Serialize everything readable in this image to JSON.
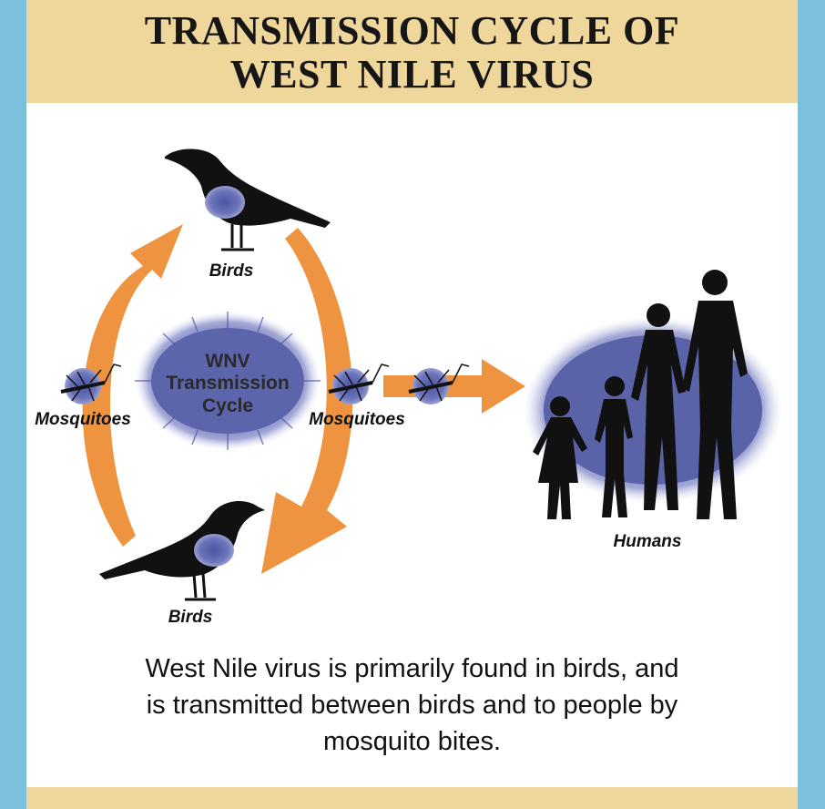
{
  "title": {
    "line1": "TRANSMISSION CYCLE OF",
    "line2": "WEST NILE VIRUS"
  },
  "diagram": {
    "center_label": [
      "WNV",
      "Transmission",
      "Cycle"
    ],
    "labels": {
      "birds_top": "Birds",
      "birds_bottom": "Birds",
      "mosquitoes_left": "Mosquitoes",
      "mosquitoes_right": "Mosquitoes",
      "humans": "Humans"
    },
    "colors": {
      "arrow": "#ee9440",
      "virus": "#5a62a8",
      "silhouette": "#111111"
    }
  },
  "caption": [
    "West Nile virus is primarily found in birds, and",
    "is transmitted between birds and to people by",
    "mosquito bites."
  ]
}
